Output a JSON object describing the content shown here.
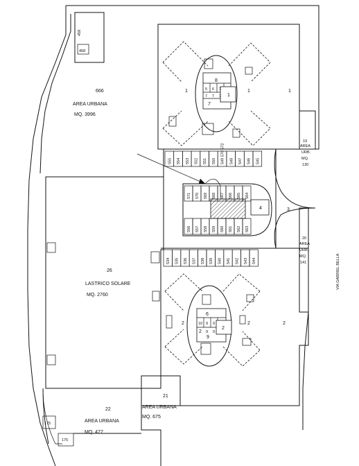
{
  "areas": {
    "area_666": {
      "code": "666",
      "title": "AREA URBANA",
      "size": "MQ. 3996"
    },
    "area_26": {
      "code": "26",
      "title": "LASTRICO SOLARE",
      "size": "MQ. 2760"
    },
    "area_22": {
      "code": "22",
      "title": "AREA URBANA",
      "size": "MQ. 477"
    },
    "area_21": {
      "code": "21",
      "title": "AREA URBANA",
      "size": "MQ. 675"
    },
    "area_19": {
      "code": "19",
      "line1": "AREA",
      "line2": "URB.",
      "line3": "MQ.",
      "line4": "130"
    },
    "area_20": {
      "code": "20",
      "line1": "AREA",
      "line2": "URB.",
      "line3": "MQ.",
      "line4": "141"
    }
  },
  "street": "VIA GABRIEL BELLA",
  "small_labels": {
    "p458a": "458",
    "p458b": "458",
    "p175a": "175",
    "p175b": "175",
    "sub1": "1",
    "sub2": "2",
    "sub3": "3",
    "sub4": "4"
  },
  "parking": {
    "top_row": [
      "555",
      "554",
      "553",
      "552",
      "551",
      "550",
      "549 570 572",
      "548",
      "547",
      "546",
      "545"
    ],
    "mid_upper": [
      "571",
      "570",
      "569",
      "568",
      "567",
      "566",
      "565",
      "564"
    ],
    "mid_lower": [
      "556",
      "557",
      "558",
      "559",
      "560",
      "561",
      "562",
      "563"
    ],
    "bottom_row": [
      "534",
      "535",
      "536",
      "537",
      "538",
      "539",
      "540",
      "541",
      "542",
      "543",
      "544"
    ]
  },
  "building_north": {
    "wing_left": "1",
    "wing_right": "1",
    "units": [
      "8",
      "5",
      "6",
      "7",
      "7",
      "7",
      "1",
      "1",
      "7"
    ]
  },
  "building_south": {
    "wing_left": "2",
    "wing_right": "2",
    "units": [
      "6",
      "10",
      "9",
      "9",
      "9",
      "9",
      "2",
      "2",
      "9"
    ]
  },
  "icons": [
    "stair-icon",
    "arrow-icon"
  ]
}
